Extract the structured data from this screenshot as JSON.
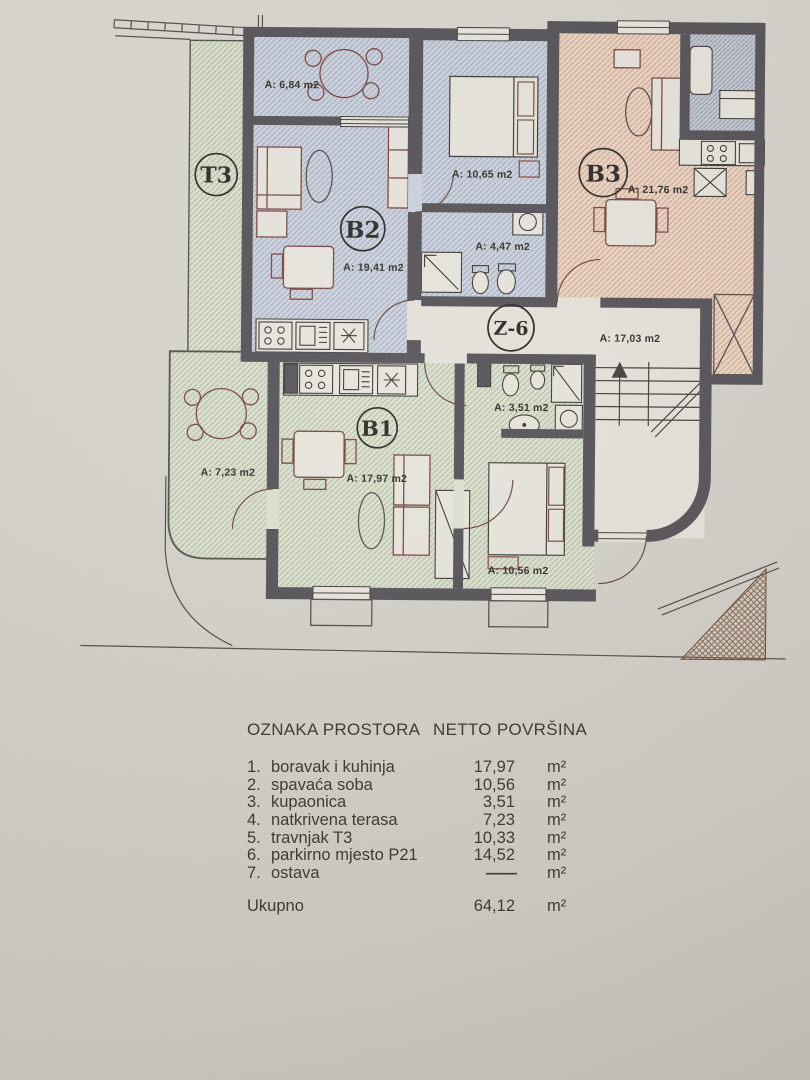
{
  "plan": {
    "t3": {
      "label": "T3"
    },
    "b2": {
      "label": "B2",
      "terrace": "A: 6,84 m2",
      "bedroom": "A: 10,65 m2",
      "living": "A: 19,41 m2",
      "bathroom": "A: 4,47 m2"
    },
    "b3": {
      "label": "B3",
      "living": "A: 21,76 m2"
    },
    "z6": {
      "label": "Z-6",
      "corridor": "A: 17,03 m2"
    },
    "b1": {
      "label": "B1",
      "living": "A: 17,97 m2",
      "bathroom": "A: 3,51 m2",
      "terrace": "A: 7,23 m2",
      "bedroom": "A: 10,56 m2"
    }
  },
  "table": {
    "header_left": "OZNAKA PROSTORA",
    "header_right": "NETTO POVRŠINA",
    "rows": [
      {
        "num": "1.",
        "name": "boravak i kuhinja",
        "value": "17,97",
        "unit": "m²"
      },
      {
        "num": "2.",
        "name": "spavaća soba",
        "value": "10,56",
        "unit": "m²"
      },
      {
        "num": "3.",
        "name": "kupaonica",
        "value": "3,51",
        "unit": "m²"
      },
      {
        "num": "4.",
        "name": "natkrivena terasa",
        "value": "7,23",
        "unit": "m²"
      },
      {
        "num": "5.",
        "name": "travnjak T3",
        "value": "10,33",
        "unit": "m²"
      },
      {
        "num": "6.",
        "name": "parkirno mjesto P21",
        "value": "14,52",
        "unit": "m²"
      },
      {
        "num": "7.",
        "name": "ostava",
        "value": "——",
        "unit": "m²"
      }
    ],
    "total_label": "Ukupno",
    "total_value": "64,12",
    "total_unit": "m²"
  },
  "colors": {
    "paper": "#d6d3cc",
    "wall": "#57545a",
    "unit_b2_fill": "#ccd2dd",
    "unit_b3_fill": "#ead5c5",
    "unit_b1_fill": "#dbe0d0",
    "neighbor_fill": "#c7cad3",
    "furniture_line": "#7a4843"
  }
}
